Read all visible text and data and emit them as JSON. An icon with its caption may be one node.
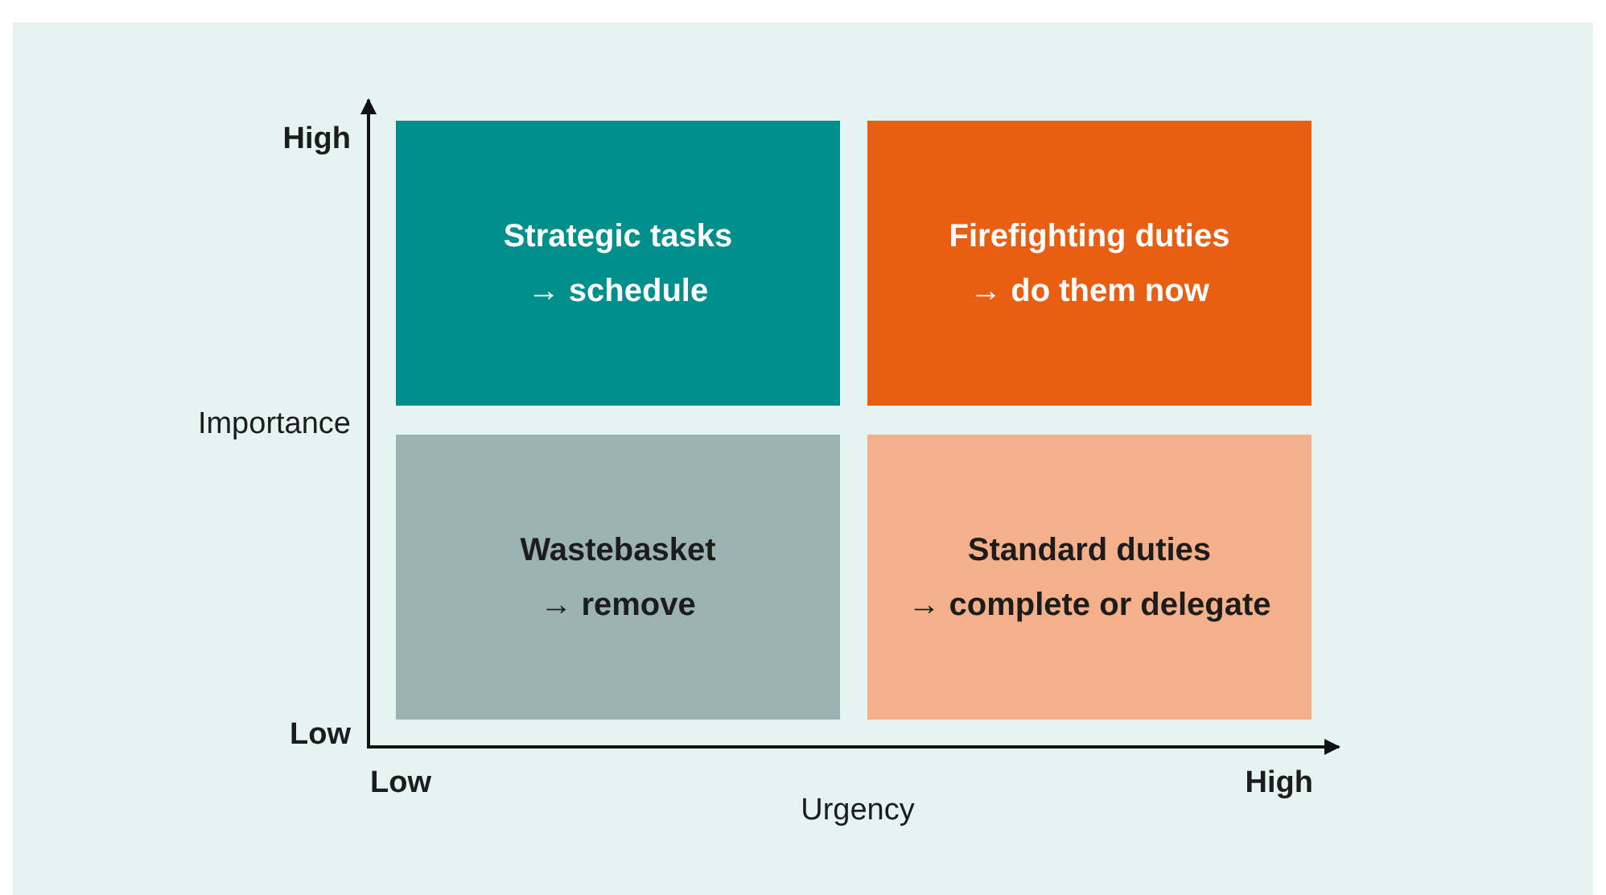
{
  "diagram": {
    "nodes": [
      {
        "text": [
          "Strategic tasks",
          "→ schedule"
        ]
      },
      {
        "text": [
          "Firefighting duties",
          "→ do them now"
        ]
      },
      {
        "text": [
          "Wastebasket",
          "→ remove"
        ]
      },
      {
        "text": [
          "Standard duties",
          "→ complete or delegate"
        ]
      }
    ],
    "labels": [
      "High",
      "Importance",
      "Low",
      "Low",
      "Urgency",
      "High"
    ]
  }
}
